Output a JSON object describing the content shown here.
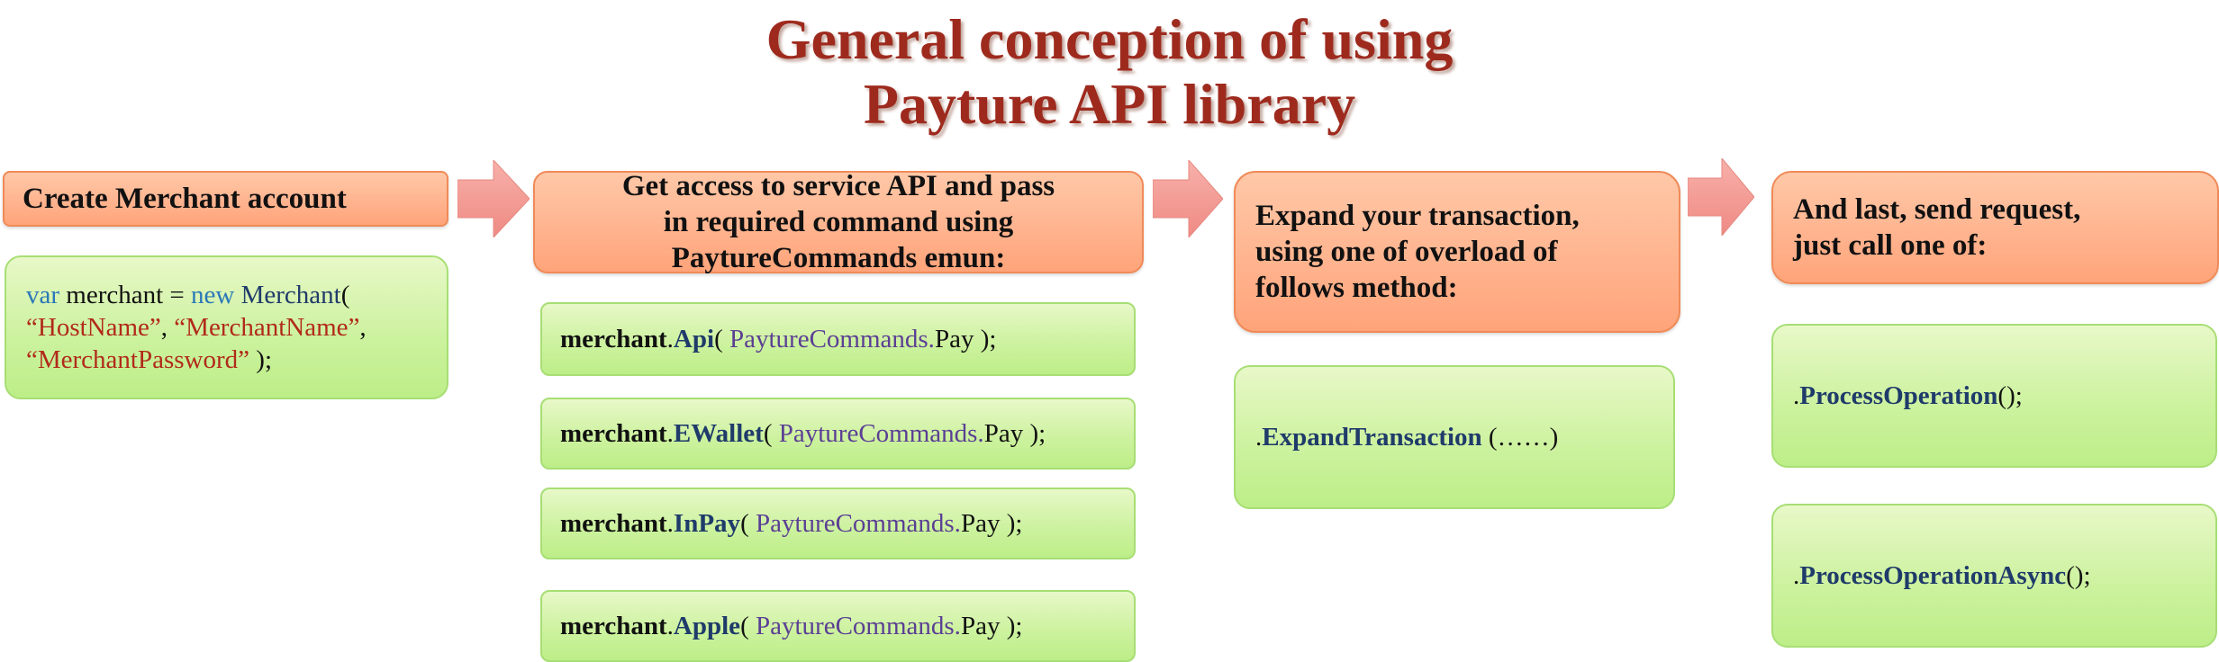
{
  "title": {
    "line1": "General conception of using",
    "line2": "Payture API library"
  },
  "step1": {
    "heading": "Create Merchant account",
    "code": {
      "var": "var",
      "merchant": "merchant",
      "eq": " = ",
      "new": "new",
      "cls": "Merchant",
      "open": "(",
      "host": "“HostName”",
      "comma1": ",  ",
      "name": "“MerchantName”",
      "comma2": ",",
      "password": "“MerchantPassword”",
      "close": " );"
    }
  },
  "step2": {
    "heading_lines": [
      "Get access to service API and pass",
      "in required command using",
      "PaytureCommands emun:"
    ],
    "items": [
      {
        "obj": "merchant",
        "dot": ".",
        "method": "Api",
        "open": "( ",
        "enum": "PaytureCommands.",
        "value": "Pay",
        "close": " );"
      },
      {
        "obj": "merchant",
        "dot": ".",
        "method": "EWallet",
        "open": "( ",
        "enum": "PaytureCommands.",
        "value": "Pay",
        "close": " );"
      },
      {
        "obj": "merchant",
        "dot": ".",
        "method": "InPay",
        "open": "( ",
        "enum": "PaytureCommands.",
        "value": "Pay",
        "close": " );"
      },
      {
        "obj": "merchant",
        "dot": ".",
        "method": "Apple",
        "open": "( ",
        "enum": "PaytureCommands.",
        "value": "Pay",
        "close": " );"
      }
    ]
  },
  "step3": {
    "heading_lines": [
      "Expand your transaction,",
      "using one of overload of",
      "follows method:"
    ],
    "dot": ".",
    "method": "ExpandTransaction",
    "args": " (……)"
  },
  "step4": {
    "heading_lines": [
      "And last, send request,",
      "just call one of:"
    ],
    "items": [
      {
        "dot": ".",
        "method": "ProcessOperation",
        "tail": "();"
      },
      {
        "dot": ".",
        "method": "ProcessOperationAsync",
        "tail": "();"
      }
    ]
  },
  "colors": {
    "title": "#9e2a1e",
    "orange_box": "#ffb48f",
    "green_box": "#cdf2a0",
    "arrow": "#f49a94",
    "keyword": "#2a78b8",
    "string": "#b12a1a",
    "method": "#1f3b6a",
    "enum": "#5b3f94"
  }
}
